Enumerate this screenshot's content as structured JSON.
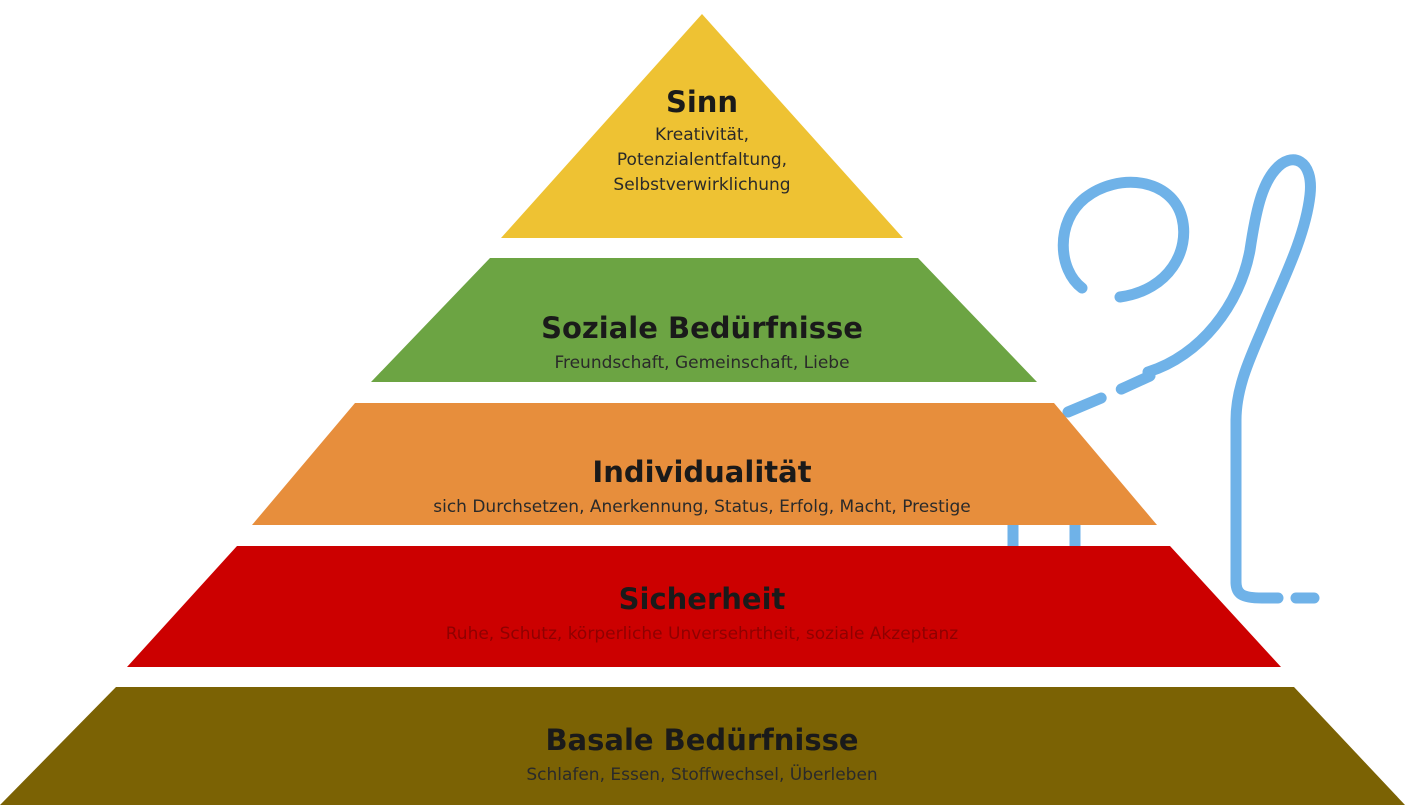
{
  "pyramid": {
    "tiers": [
      {
        "id": "sinn",
        "title": "Sinn",
        "lines": [
          "Kreativität,",
          "Potenzialentfaltung,",
          "Selbstverwirklichung"
        ],
        "color": "#eec233"
      },
      {
        "id": "soziale-beduerfnisse",
        "title": "Soziale Bedürfnisse",
        "lines": [
          "Freundschaft, Gemeinschaft, Liebe"
        ],
        "color": "#6ca443"
      },
      {
        "id": "individualitaet",
        "title": "Individualität",
        "lines": [
          "sich Durchsetzen, Anerkennung, Status, Erfolg, Macht, Prestige"
        ],
        "color": "#e78e3c"
      },
      {
        "id": "sicherheit",
        "title": "Sicherheit",
        "lines": [
          "Ruhe, Schutz, körperliche Unversehrtheit, soziale Akzeptanz"
        ],
        "color": "#cc0000"
      },
      {
        "id": "basale-beduerfnisse",
        "title": "Basale Bedürfnisse",
        "lines": [
          "Schlafen, Essen, Stoffwechsel, Überleben"
        ],
        "color": "#7b6204"
      }
    ]
  },
  "figure": {
    "icon": "climbing-person-icon",
    "color": "#6fb2e8"
  }
}
